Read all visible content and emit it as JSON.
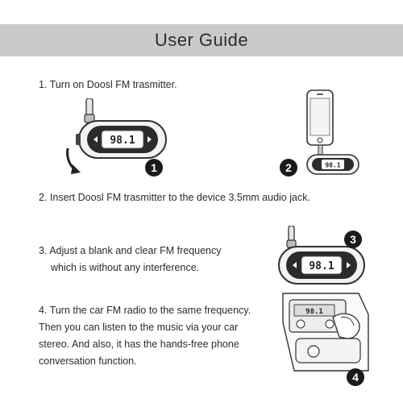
{
  "header": {
    "title": "User Guide"
  },
  "steps": [
    {
      "number": "1",
      "text": "1. Turn on Doosl FM trasmitter."
    },
    {
      "number": "2",
      "text": "2. Insert Doosl FM trasmitter to the device 3.5mm audio jack."
    },
    {
      "number": "3",
      "lines": [
        "3. Adjust a blank and clear FM frequency",
        "which is without any interference."
      ]
    },
    {
      "number": "4",
      "lines": [
        "4. Turn the car FM radio to the same frequency.",
        "Then you can listen to the music via your car",
        "stereo. And also, it has the hands-free phone",
        "conversation function."
      ]
    }
  ],
  "display": {
    "frequency": "98.1"
  },
  "colors": {
    "header_bg": "#c9c9c9",
    "device_body": "#f2f2f2",
    "device_outline": "#333333",
    "badge": "#1a1a1a"
  }
}
